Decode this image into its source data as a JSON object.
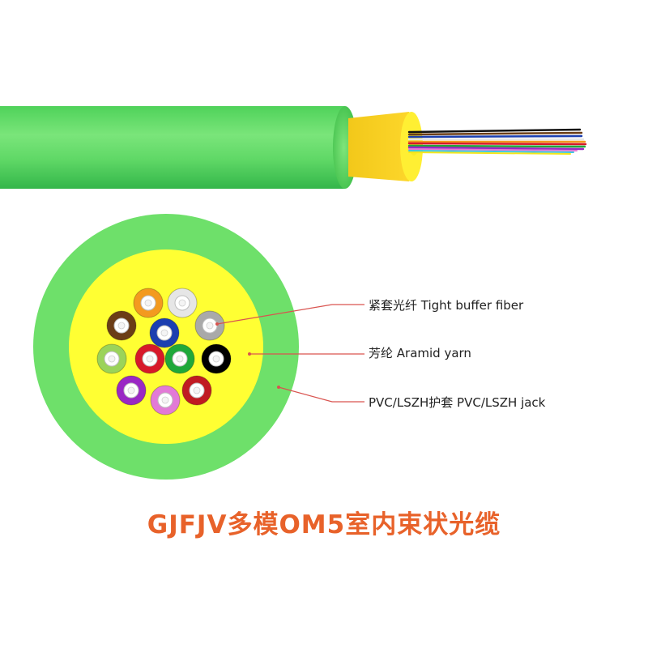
{
  "title": "GJFJV多模OM5室内束状光缆",
  "labels": {
    "tight_buffer": "紧套光纤 Tight buffer fiber",
    "aramid": "芳纶 Aramid yarn",
    "jacket": "PVC/LSZH护套 PVC/LSZH jack"
  },
  "colors": {
    "jacket": "#6ee06a",
    "jacket_dark": "#3fbf4a",
    "aramid": "#ffff33",
    "aramid_side": "#f5d21a",
    "leader_line": "#d9534f",
    "title": "#e8622a"
  },
  "fibers": [
    {
      "name": "orange",
      "color": "#f39a1f"
    },
    {
      "name": "white",
      "color": "#e6e6e6"
    },
    {
      "name": "brown",
      "color": "#6b3d16"
    },
    {
      "name": "slate",
      "color": "#a9a9a9"
    },
    {
      "name": "blue",
      "color": "#1c3fb0"
    },
    {
      "name": "lime",
      "color": "#9bd35a"
    },
    {
      "name": "red",
      "color": "#d7192a"
    },
    {
      "name": "green",
      "color": "#1fa83a"
    },
    {
      "name": "black",
      "color": "#000000"
    },
    {
      "name": "violet",
      "color": "#9a28c4"
    },
    {
      "name": "rose",
      "color": "#e27ad6"
    },
    {
      "name": "red-2",
      "color": "#c01b22"
    }
  ]
}
